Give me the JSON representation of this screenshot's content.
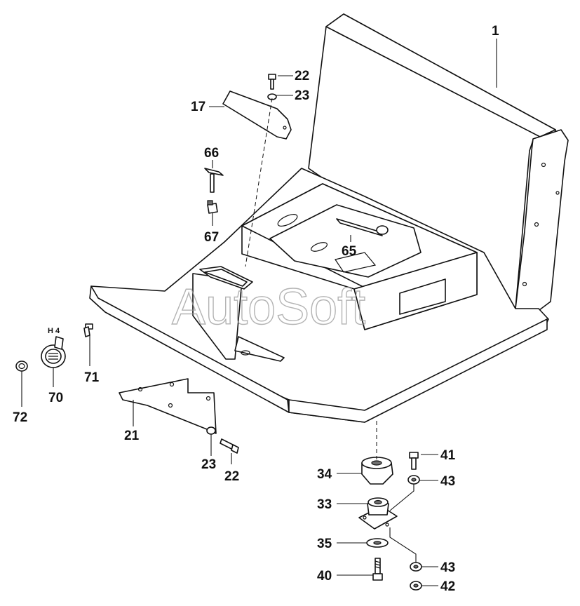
{
  "watermark": "AutoSoft",
  "small_label": "H 4",
  "callouts": {
    "c1": "1",
    "c22a": "22",
    "c23a": "23",
    "c17": "17",
    "c66": "66",
    "c67": "67",
    "c65": "65",
    "c71": "71",
    "c70": "70",
    "c72": "72",
    "c21": "21",
    "c23b": "23",
    "c22b": "22",
    "c34": "34",
    "c41": "41",
    "c43a": "43",
    "c33": "33",
    "c35": "35",
    "c43b": "43",
    "c40": "40",
    "c42": "42"
  }
}
